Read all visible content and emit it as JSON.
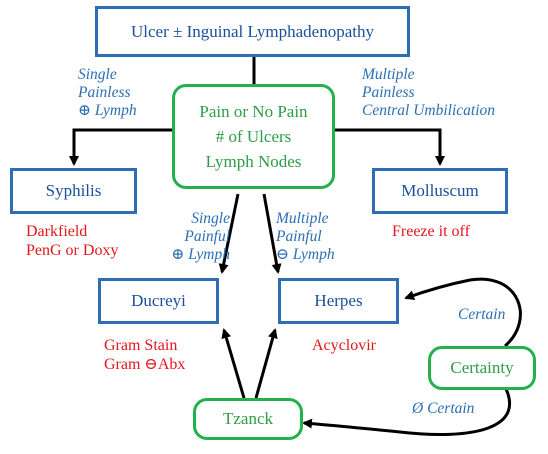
{
  "nodes": {
    "root": "Ulcer ± Inguinal Lymphadenopathy",
    "center_line1": "Pain or No Pain",
    "center_line2": "# of Ulcers",
    "center_line3": "Lymph Nodes",
    "syphilis": "Syphilis",
    "molluscum": "Molluscum",
    "ducreyi": "Ducreyi",
    "herpes": "Herpes",
    "certainty": "Certainty",
    "tzanck": "Tzanck"
  },
  "labels": {
    "syph1": "Single",
    "syph2": "Painless",
    "syph3": "Lymph",
    "moll1": "Multiple",
    "moll2": "Painless",
    "moll3": "Central Umbilication",
    "duc1": "Single",
    "duc2": "Painful",
    "duc3": "Lymph",
    "her1": "Multiple",
    "her2": "Painful",
    "her3": "Lymph",
    "certain": "Certain",
    "not_certain": "Ø Certain"
  },
  "treatments": {
    "syph1": "Darkfield",
    "syph2": "PenG or Doxy",
    "moll": "Freeze it off",
    "duc1": "Gram Stain",
    "duc2": "Gram ⊖Abx",
    "her": "Acyclovir"
  }
}
